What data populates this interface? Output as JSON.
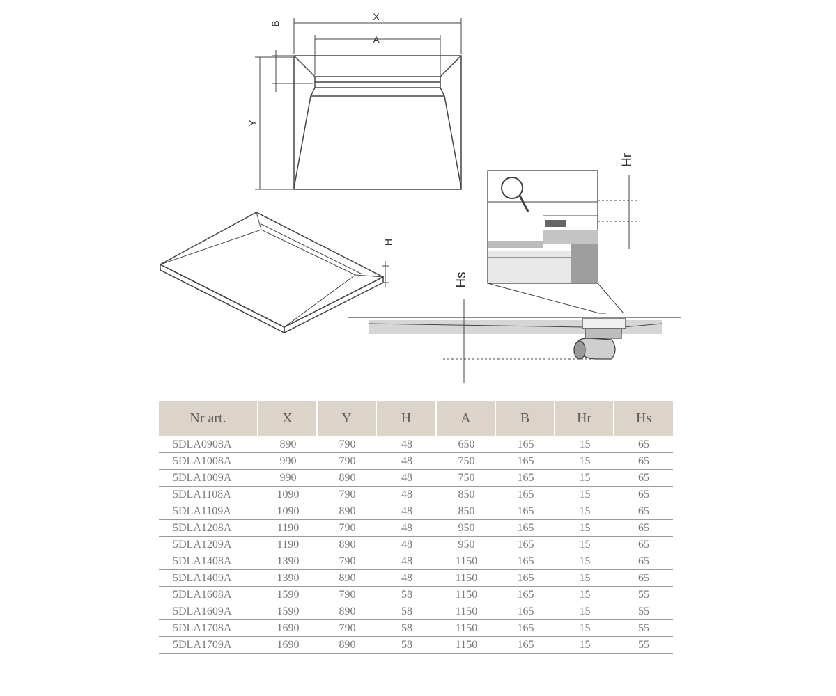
{
  "diagram": {
    "labels": {
      "x": "X",
      "a": "A",
      "b": "B",
      "y": "Y",
      "h": "H",
      "hs": "Hs",
      "hr": "Hr"
    }
  },
  "table": {
    "headers": [
      "Nr art.",
      "X",
      "Y",
      "H",
      "A",
      "B",
      "Hr",
      "Hs"
    ],
    "rows": [
      [
        "5DLA0908A",
        "890",
        "790",
        "48",
        "650",
        "165",
        "15",
        "65"
      ],
      [
        "5DLA1008A",
        "990",
        "790",
        "48",
        "750",
        "165",
        "15",
        "65"
      ],
      [
        "5DLA1009A",
        "990",
        "890",
        "48",
        "750",
        "165",
        "15",
        "65"
      ],
      [
        "5DLA1108A",
        "1090",
        "790",
        "48",
        "850",
        "165",
        "15",
        "65"
      ],
      [
        "5DLA1109A",
        "1090",
        "890",
        "48",
        "850",
        "165",
        "15",
        "65"
      ],
      [
        "5DLA1208A",
        "1190",
        "790",
        "48",
        "950",
        "165",
        "15",
        "65"
      ],
      [
        "5DLA1209A",
        "1190",
        "890",
        "48",
        "950",
        "165",
        "15",
        "65"
      ],
      [
        "5DLA1408A",
        "1390",
        "790",
        "48",
        "1150",
        "165",
        "15",
        "65"
      ],
      [
        "5DLA1409A",
        "1390",
        "890",
        "48",
        "1150",
        "165",
        "15",
        "65"
      ],
      [
        "5DLA1608A",
        "1590",
        "790",
        "58",
        "1150",
        "165",
        "15",
        "55"
      ],
      [
        "5DLA1609A",
        "1590",
        "890",
        "58",
        "1150",
        "165",
        "15",
        "55"
      ],
      [
        "5DLA1708A",
        "1690",
        "790",
        "58",
        "1150",
        "165",
        "15",
        "55"
      ],
      [
        "5DLA1709A",
        "1690",
        "890",
        "58",
        "1150",
        "165",
        "15",
        "55"
      ]
    ]
  }
}
